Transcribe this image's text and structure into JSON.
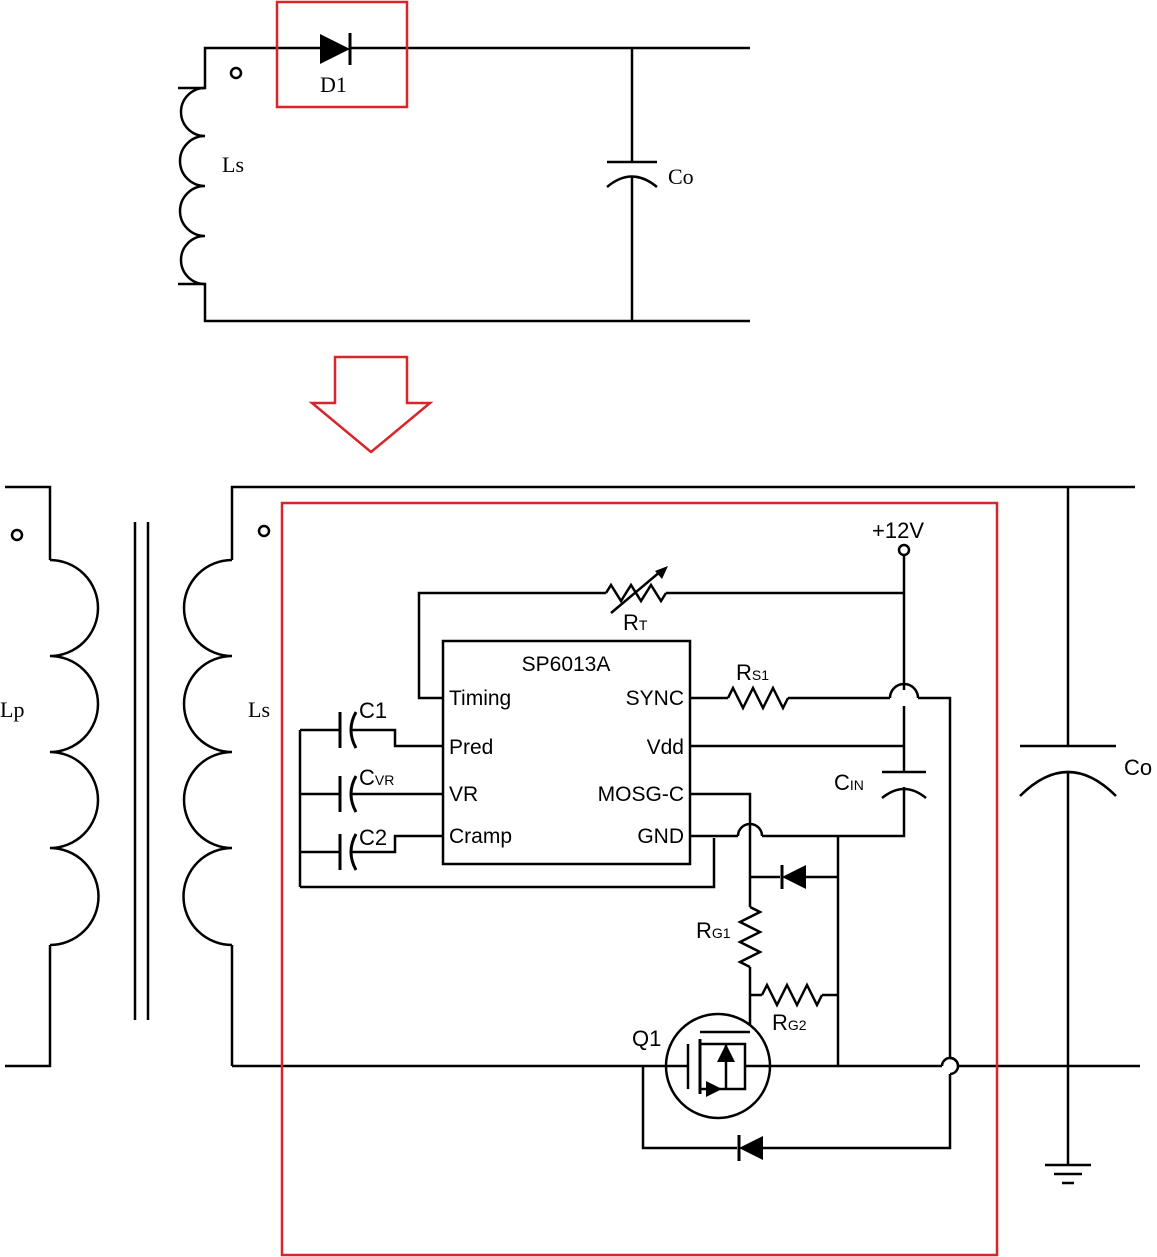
{
  "labels": {
    "top_diode": "D1",
    "top_secondary": "Ls",
    "top_cap": "Co",
    "primary": "Lp",
    "secondary": "Ls",
    "supply": "+12V",
    "rt": "RT",
    "ic_name": "SP6013A",
    "rs1": "RS1",
    "c1": "C1",
    "cvr": "CVR",
    "c2": "C2",
    "cin": "CIN",
    "rg1": "RG1",
    "rg2": "RG2",
    "q1": "Q1",
    "co": "Co"
  },
  "label_parts": {
    "top_secondary": {
      "main": "L",
      "sub": "S"
    },
    "top_cap": {
      "main": "C",
      "sub": "O"
    },
    "secondary": {
      "main": "L",
      "sub": "S"
    },
    "rt": {
      "main": "R",
      "sub": "T"
    },
    "rs1": {
      "main": "R",
      "sub": "S1"
    },
    "cvr": {
      "main": "C",
      "sub": "VR"
    },
    "cin": {
      "main": "C",
      "sub": "IN"
    },
    "rg1": {
      "main": "R",
      "sub": "G1"
    },
    "rg2": {
      "main": "R",
      "sub": "G2"
    }
  },
  "ic_pins": {
    "left": [
      "Timing",
      "Pred",
      "VR",
      "Cramp"
    ],
    "right": [
      "SYNC",
      "Vdd",
      "MOSG-C",
      "GND"
    ]
  },
  "colors": {
    "wire": "#000000",
    "highlight": "#d9252a",
    "background": "#ffffff"
  }
}
